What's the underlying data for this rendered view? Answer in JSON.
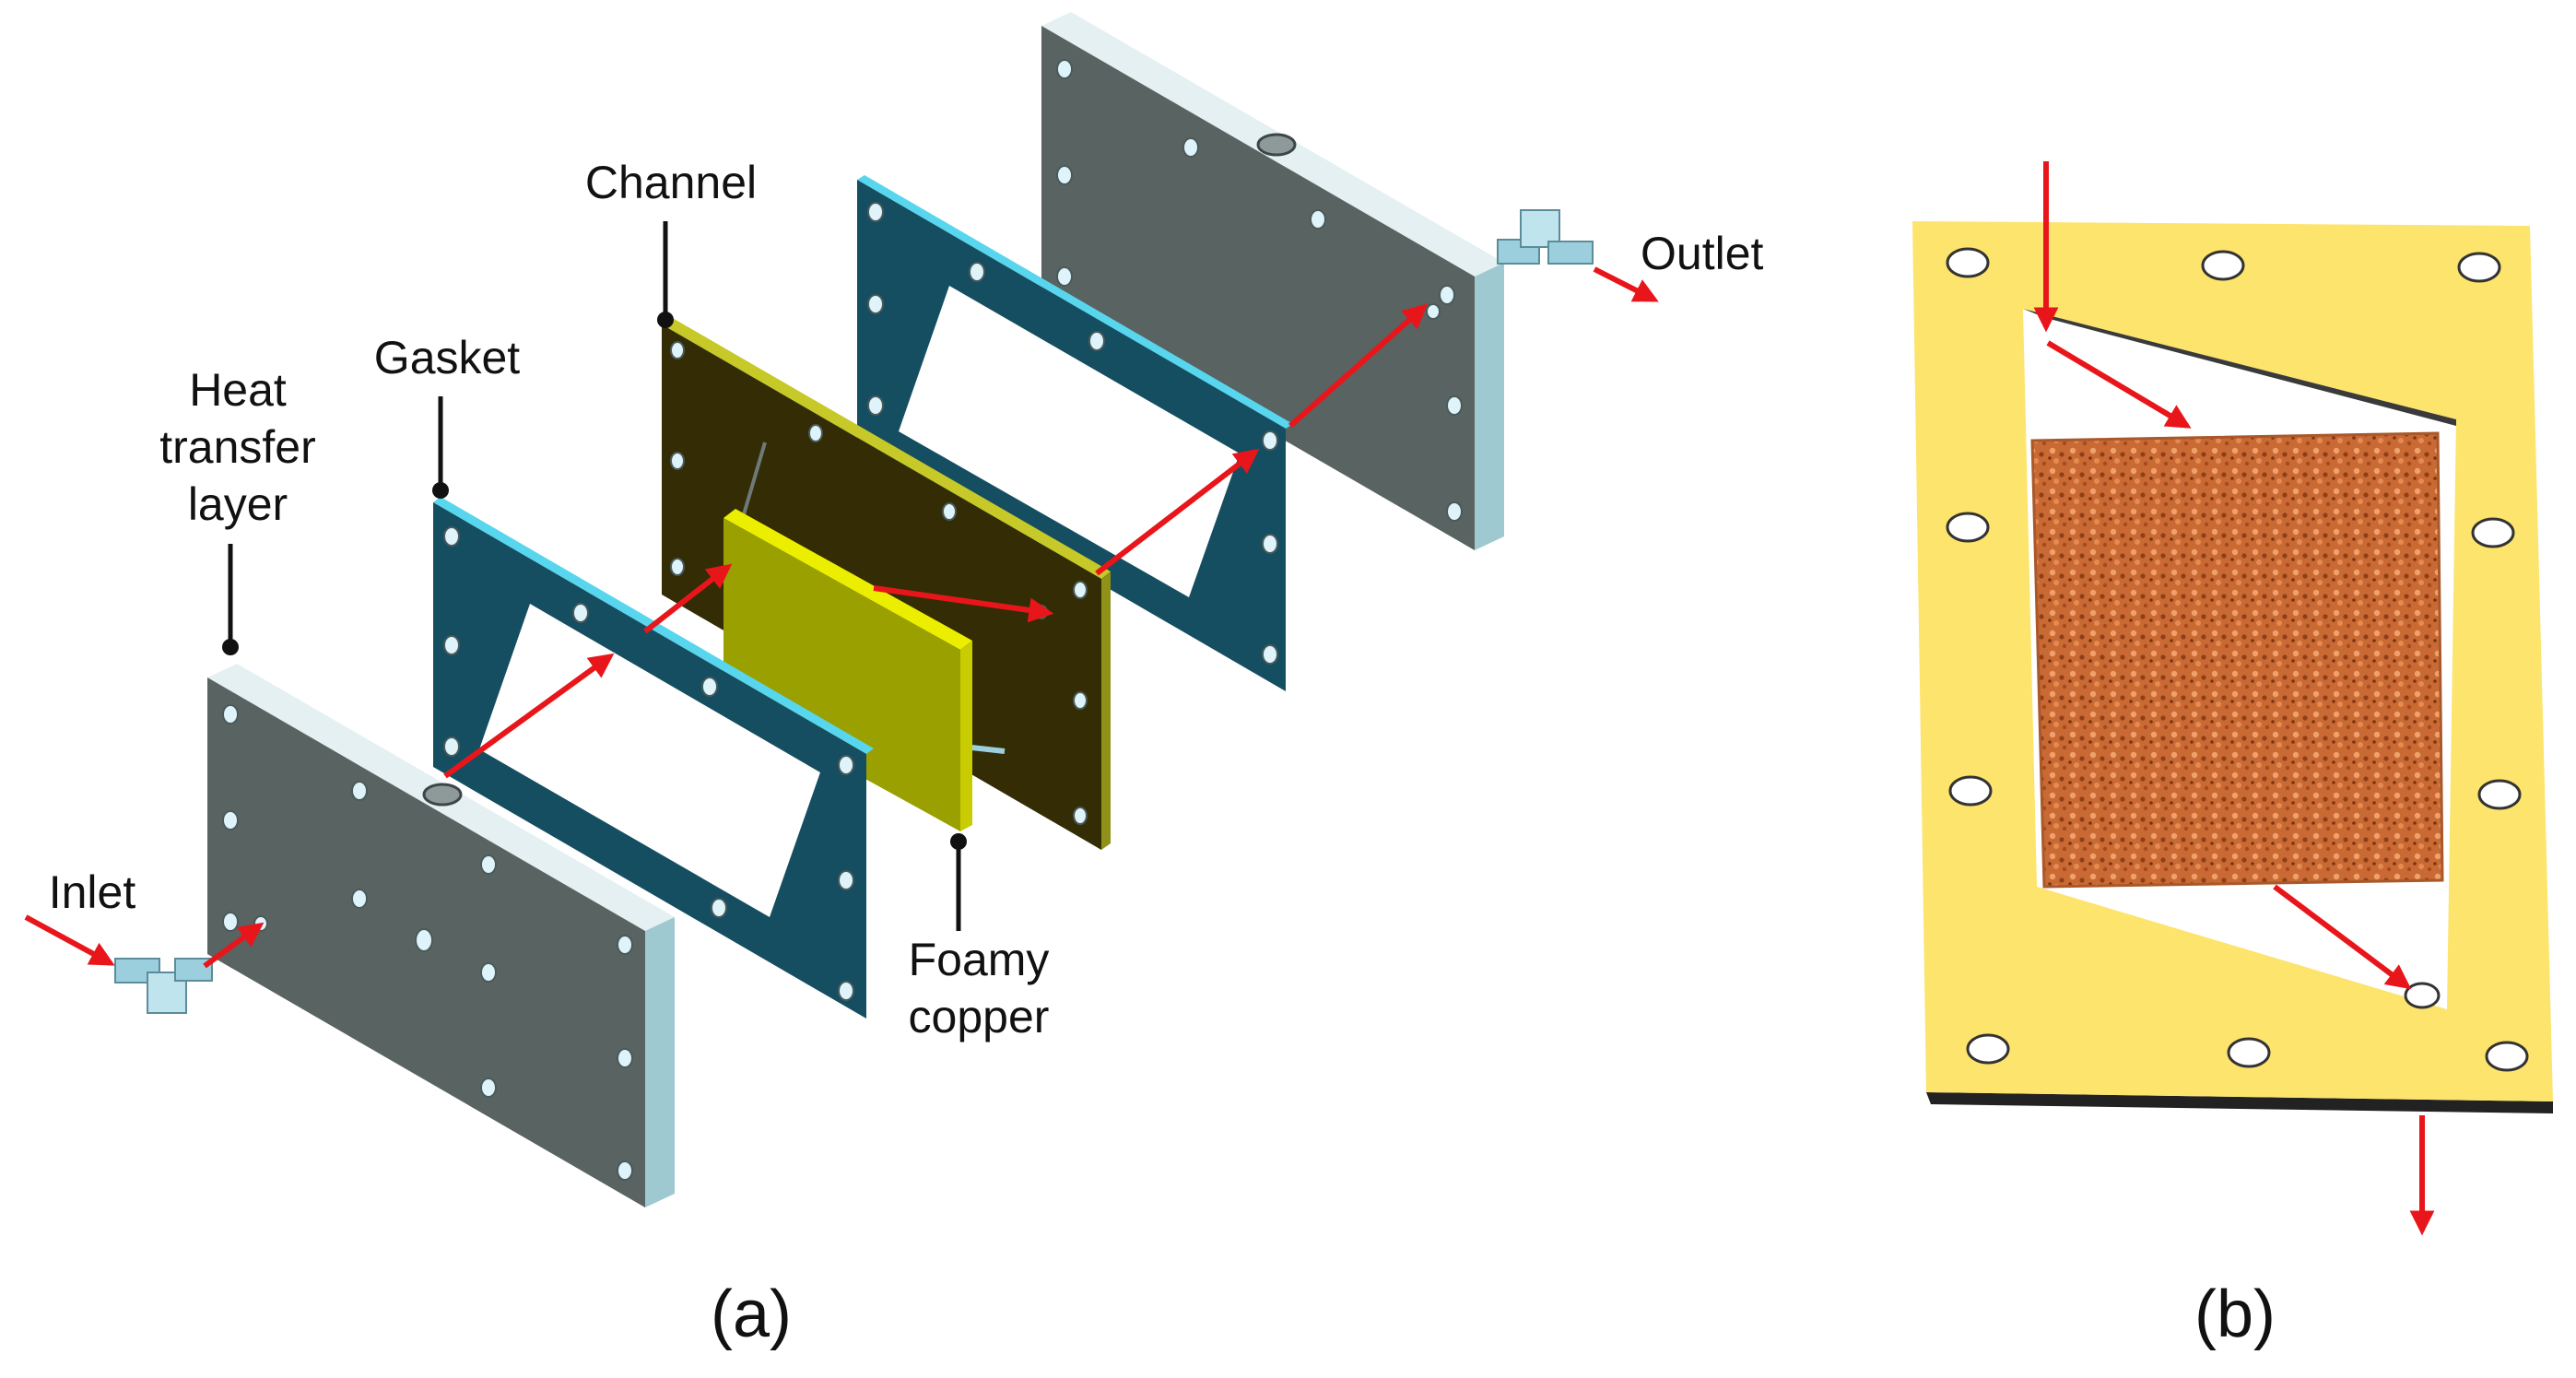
{
  "labels": {
    "heat_transfer_layer": [
      "Heat",
      "transfer",
      "layer"
    ],
    "gasket": "Gasket",
    "channel": "Channel",
    "foamy_copper": [
      "Foamy",
      "copper"
    ],
    "inlet": "Inlet",
    "outlet": "Outlet"
  },
  "captions": {
    "a": "(a)",
    "b": "(b)"
  },
  "colors": {
    "plate_face": "#596361",
    "plate_top": "#e4f0f2",
    "plate_edge": "#9fc9d0",
    "gasket_face": "#154d61",
    "gasket_edge": "#58d6ee",
    "channel_face": "#332c05",
    "channel_edge": "#c6c928",
    "foam_face": "#9aa000",
    "foam_edge": "#ecee00",
    "fitting": "#9ccfde",
    "arrow": "#e8161b",
    "gasket_b_face": "#fde46d",
    "gasket_b_bottom": "#222222",
    "copper_foam": "#c96a35"
  }
}
